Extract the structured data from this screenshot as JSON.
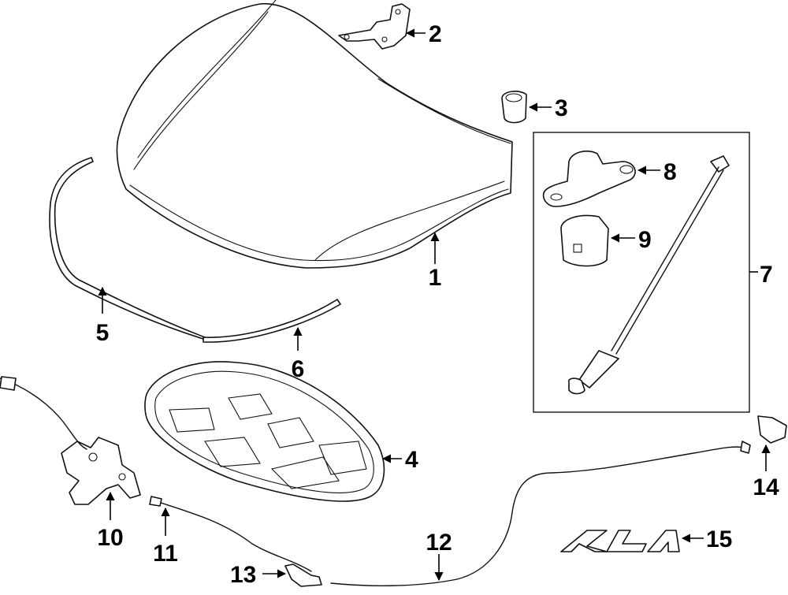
{
  "diagram": {
    "callouts": [
      {
        "id": "1",
        "label": "1"
      },
      {
        "id": "2",
        "label": "2"
      },
      {
        "id": "3",
        "label": "3"
      },
      {
        "id": "4",
        "label": "4"
      },
      {
        "id": "5",
        "label": "5"
      },
      {
        "id": "6",
        "label": "6"
      },
      {
        "id": "7",
        "label": "7"
      },
      {
        "id": "8",
        "label": "8"
      },
      {
        "id": "9",
        "label": "9"
      },
      {
        "id": "10",
        "label": "10"
      },
      {
        "id": "11",
        "label": "11"
      },
      {
        "id": "12",
        "label": "12"
      },
      {
        "id": "13",
        "label": "13"
      },
      {
        "id": "14",
        "label": "14"
      },
      {
        "id": "15",
        "label": "15"
      }
    ],
    "logo_text": "KIA",
    "colors": {
      "line": "#111111",
      "background": "#ffffff"
    }
  }
}
